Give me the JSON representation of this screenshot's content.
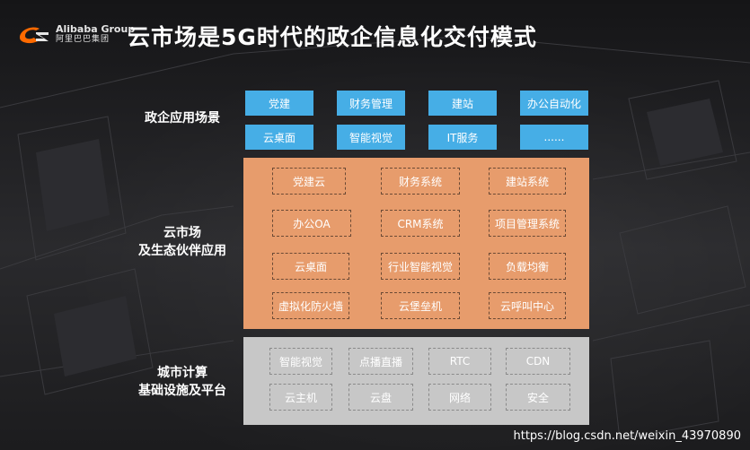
{
  "brand": {
    "en": "Alibaba Group",
    "cn": "阿里巴巴集团"
  },
  "title": "云市场是5G时代的政企信息化交付模式",
  "rows": {
    "gov": {
      "label": "政企应用场景",
      "items": [
        "党建",
        "财务管理",
        "建站",
        "办公自动化",
        "云桌面",
        "智能视觉",
        "IT服务",
        "......"
      ]
    },
    "market": {
      "label_line1": "云市场",
      "label_line2": "及生态伙伴应用",
      "items": [
        "党建云",
        "财务系统",
        "建站系统",
        "办公OA",
        "CRM系统",
        "项目管理系统",
        "云桌面",
        "行业智能视觉",
        "负载均衡",
        "虚拟化防火墙",
        "云堡垒机",
        "云呼叫中心"
      ]
    },
    "infra": {
      "label_line1": "城市计算",
      "label_line2": "基础设施及平台",
      "items": [
        "智能视觉",
        "点播直播",
        "RTC",
        "CDN",
        "云主机",
        "云盘",
        "网络",
        "安全"
      ]
    }
  },
  "watermark": "https://blog.csdn.net/weixin_43970890",
  "colors": {
    "gov_button": "#46aee6",
    "market_panel": "#e79c6c",
    "infra_panel": "#c7c7c7"
  }
}
